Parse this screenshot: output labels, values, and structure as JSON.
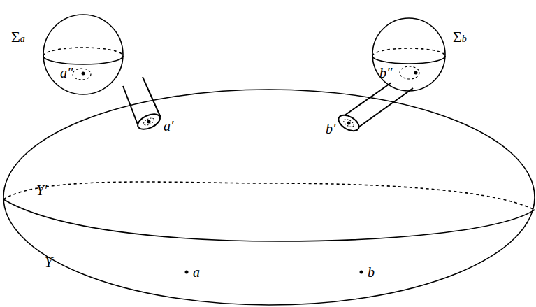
{
  "diagram": {
    "labels": [
      "Σa",
      "Σb",
      "a″",
      "b″",
      "a′",
      "b′",
      "Y′",
      "Y",
      "a",
      "b"
    ]
  }
}
